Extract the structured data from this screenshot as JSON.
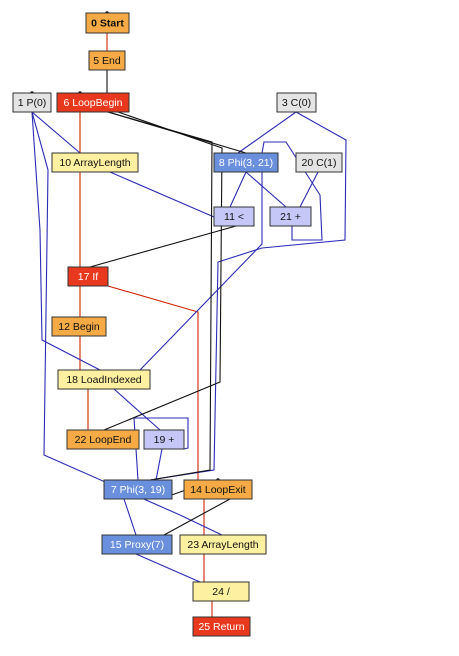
{
  "palette": {
    "control": "#f5aa45",
    "loop": "#e8391e",
    "param": "#e4e4e4",
    "array": "#fdf0a0",
    "phi": "#6a8fdc",
    "arith": "#c5c8f6",
    "edge_control": "#cc2200",
    "edge_data": "#2b2bb5",
    "edge_memory": "#111111"
  },
  "graph": {
    "nodes": [
      {
        "id": "n0",
        "label": "0 Start",
        "kind": "control",
        "bold": true
      },
      {
        "id": "n5",
        "label": "5 End",
        "kind": "control"
      },
      {
        "id": "n1",
        "label": "1 P(0)",
        "kind": "param"
      },
      {
        "id": "n6",
        "label": "6 LoopBegin",
        "kind": "loop"
      },
      {
        "id": "n3",
        "label": "3 C(0)",
        "kind": "param"
      },
      {
        "id": "n10",
        "label": "10 ArrayLength",
        "kind": "array"
      },
      {
        "id": "n8",
        "label": "8 Phi(3, 21)",
        "kind": "phi"
      },
      {
        "id": "n20",
        "label": "20 C(1)",
        "kind": "param"
      },
      {
        "id": "n11",
        "label": "11 <",
        "kind": "arith"
      },
      {
        "id": "n21",
        "label": "21 +",
        "kind": "arith"
      },
      {
        "id": "n17",
        "label": "17 If",
        "kind": "loop"
      },
      {
        "id": "n12",
        "label": "12 Begin",
        "kind": "control"
      },
      {
        "id": "n18",
        "label": "18 LoadIndexed",
        "kind": "array"
      },
      {
        "id": "n22",
        "label": "22 LoopEnd",
        "kind": "control"
      },
      {
        "id": "n19",
        "label": "19 +",
        "kind": "arith"
      },
      {
        "id": "n7",
        "label": "7 Phi(3, 19)",
        "kind": "phi"
      },
      {
        "id": "n14",
        "label": "14 LoopExit",
        "kind": "control"
      },
      {
        "id": "n15",
        "label": "15 Proxy(7)",
        "kind": "phi"
      },
      {
        "id": "n23",
        "label": "23 ArrayLength",
        "kind": "array"
      },
      {
        "id": "n24",
        "label": "24 /",
        "kind": "array"
      },
      {
        "id": "n25",
        "label": "25 Return",
        "kind": "loop"
      }
    ],
    "edges": [
      {
        "from": "n0",
        "to": "n5",
        "kind": "control"
      },
      {
        "from": "n5",
        "to": "n6",
        "kind": "memory"
      },
      {
        "from": "n6",
        "to": "n17",
        "kind": "control"
      },
      {
        "from": "n17",
        "to": "n12",
        "kind": "control"
      },
      {
        "from": "n12",
        "to": "n18",
        "kind": "control"
      },
      {
        "from": "n18",
        "to": "n22",
        "kind": "control"
      },
      {
        "from": "n17",
        "to": "n14",
        "kind": "control"
      },
      {
        "from": "n14",
        "to": "n23",
        "kind": "control"
      },
      {
        "from": "n23",
        "to": "n24",
        "kind": "control"
      },
      {
        "from": "n24",
        "to": "n25",
        "kind": "control"
      },
      {
        "from": "n1",
        "to": "n10",
        "kind": "data"
      },
      {
        "from": "n1",
        "to": "n18",
        "kind": "data"
      },
      {
        "from": "n1",
        "to": "n23",
        "kind": "data"
      },
      {
        "from": "n10",
        "to": "n11",
        "kind": "data"
      },
      {
        "from": "n3",
        "to": "n8",
        "kind": "data"
      },
      {
        "from": "n3",
        "to": "n7",
        "kind": "data"
      },
      {
        "from": "n8",
        "to": "n11",
        "kind": "data"
      },
      {
        "from": "n8",
        "to": "n21",
        "kind": "data"
      },
      {
        "from": "n8",
        "to": "n18",
        "kind": "data"
      },
      {
        "from": "n20",
        "to": "n21",
        "kind": "data"
      },
      {
        "from": "n21",
        "to": "n8",
        "kind": "data"
      },
      {
        "from": "n11",
        "to": "n17",
        "kind": "memory"
      },
      {
        "from": "n18",
        "to": "n19",
        "kind": "data"
      },
      {
        "from": "n19",
        "to": "n7",
        "kind": "data"
      },
      {
        "from": "n7",
        "to": "n19",
        "kind": "data"
      },
      {
        "from": "n7",
        "to": "n15",
        "kind": "data"
      },
      {
        "from": "n15",
        "to": "n24",
        "kind": "data"
      },
      {
        "from": "n6",
        "to": "n8",
        "kind": "memory"
      },
      {
        "from": "n6",
        "to": "n7",
        "kind": "memory"
      },
      {
        "from": "n22",
        "to": "n6",
        "kind": "memory"
      },
      {
        "from": "n14",
        "to": "n7",
        "kind": "memory"
      },
      {
        "from": "n14",
        "to": "n15",
        "kind": "memory"
      }
    ]
  }
}
